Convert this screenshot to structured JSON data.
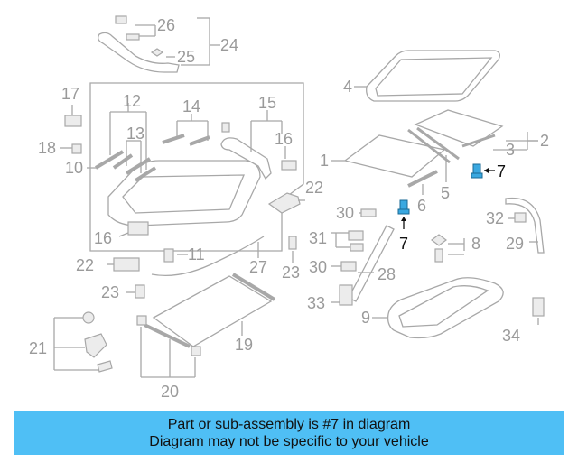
{
  "callouts": [
    {
      "id": "c26",
      "text": "26"
    },
    {
      "id": "c25",
      "text": "25"
    },
    {
      "id": "c24",
      "text": "24"
    },
    {
      "id": "c17",
      "text": "17"
    },
    {
      "id": "c12",
      "text": "12"
    },
    {
      "id": "c14",
      "text": "14"
    },
    {
      "id": "c15",
      "text": "15"
    },
    {
      "id": "c13",
      "text": "13"
    },
    {
      "id": "c16a",
      "text": "16"
    },
    {
      "id": "c18",
      "text": "18"
    },
    {
      "id": "c10",
      "text": "10"
    },
    {
      "id": "c4",
      "text": "4"
    },
    {
      "id": "c2",
      "text": "2"
    },
    {
      "id": "c3",
      "text": "3"
    },
    {
      "id": "c1",
      "text": "1"
    },
    {
      "id": "c7a",
      "text": "7"
    },
    {
      "id": "c5",
      "text": "5"
    },
    {
      "id": "c6",
      "text": "6"
    },
    {
      "id": "c22a",
      "text": "22"
    },
    {
      "id": "c16b",
      "text": "16"
    },
    {
      "id": "c11",
      "text": "11"
    },
    {
      "id": "c30a",
      "text": "30"
    },
    {
      "id": "c7b",
      "text": "7"
    },
    {
      "id": "c32",
      "text": "32"
    },
    {
      "id": "c31",
      "text": "31"
    },
    {
      "id": "c8",
      "text": "8"
    },
    {
      "id": "c29",
      "text": "29"
    },
    {
      "id": "c22b",
      "text": "22"
    },
    {
      "id": "c27",
      "text": "27"
    },
    {
      "id": "c23a",
      "text": "23"
    },
    {
      "id": "c30b",
      "text": "30"
    },
    {
      "id": "c28",
      "text": "28"
    },
    {
      "id": "c23b",
      "text": "23"
    },
    {
      "id": "c33",
      "text": "33"
    },
    {
      "id": "c9",
      "text": "9"
    },
    {
      "id": "c19",
      "text": "19"
    },
    {
      "id": "c34",
      "text": "34"
    },
    {
      "id": "c21",
      "text": "21"
    },
    {
      "id": "c20",
      "text": "20"
    }
  ],
  "highlight_part": "7",
  "colors": {
    "banner": "#4fbff5",
    "highlight_part": "#3aa8e0",
    "line_art": "#a8a8a8"
  },
  "banner": {
    "line1": "Part or sub-assembly is #7 in diagram",
    "line2": "Diagram may not be specific to your vehicle"
  }
}
